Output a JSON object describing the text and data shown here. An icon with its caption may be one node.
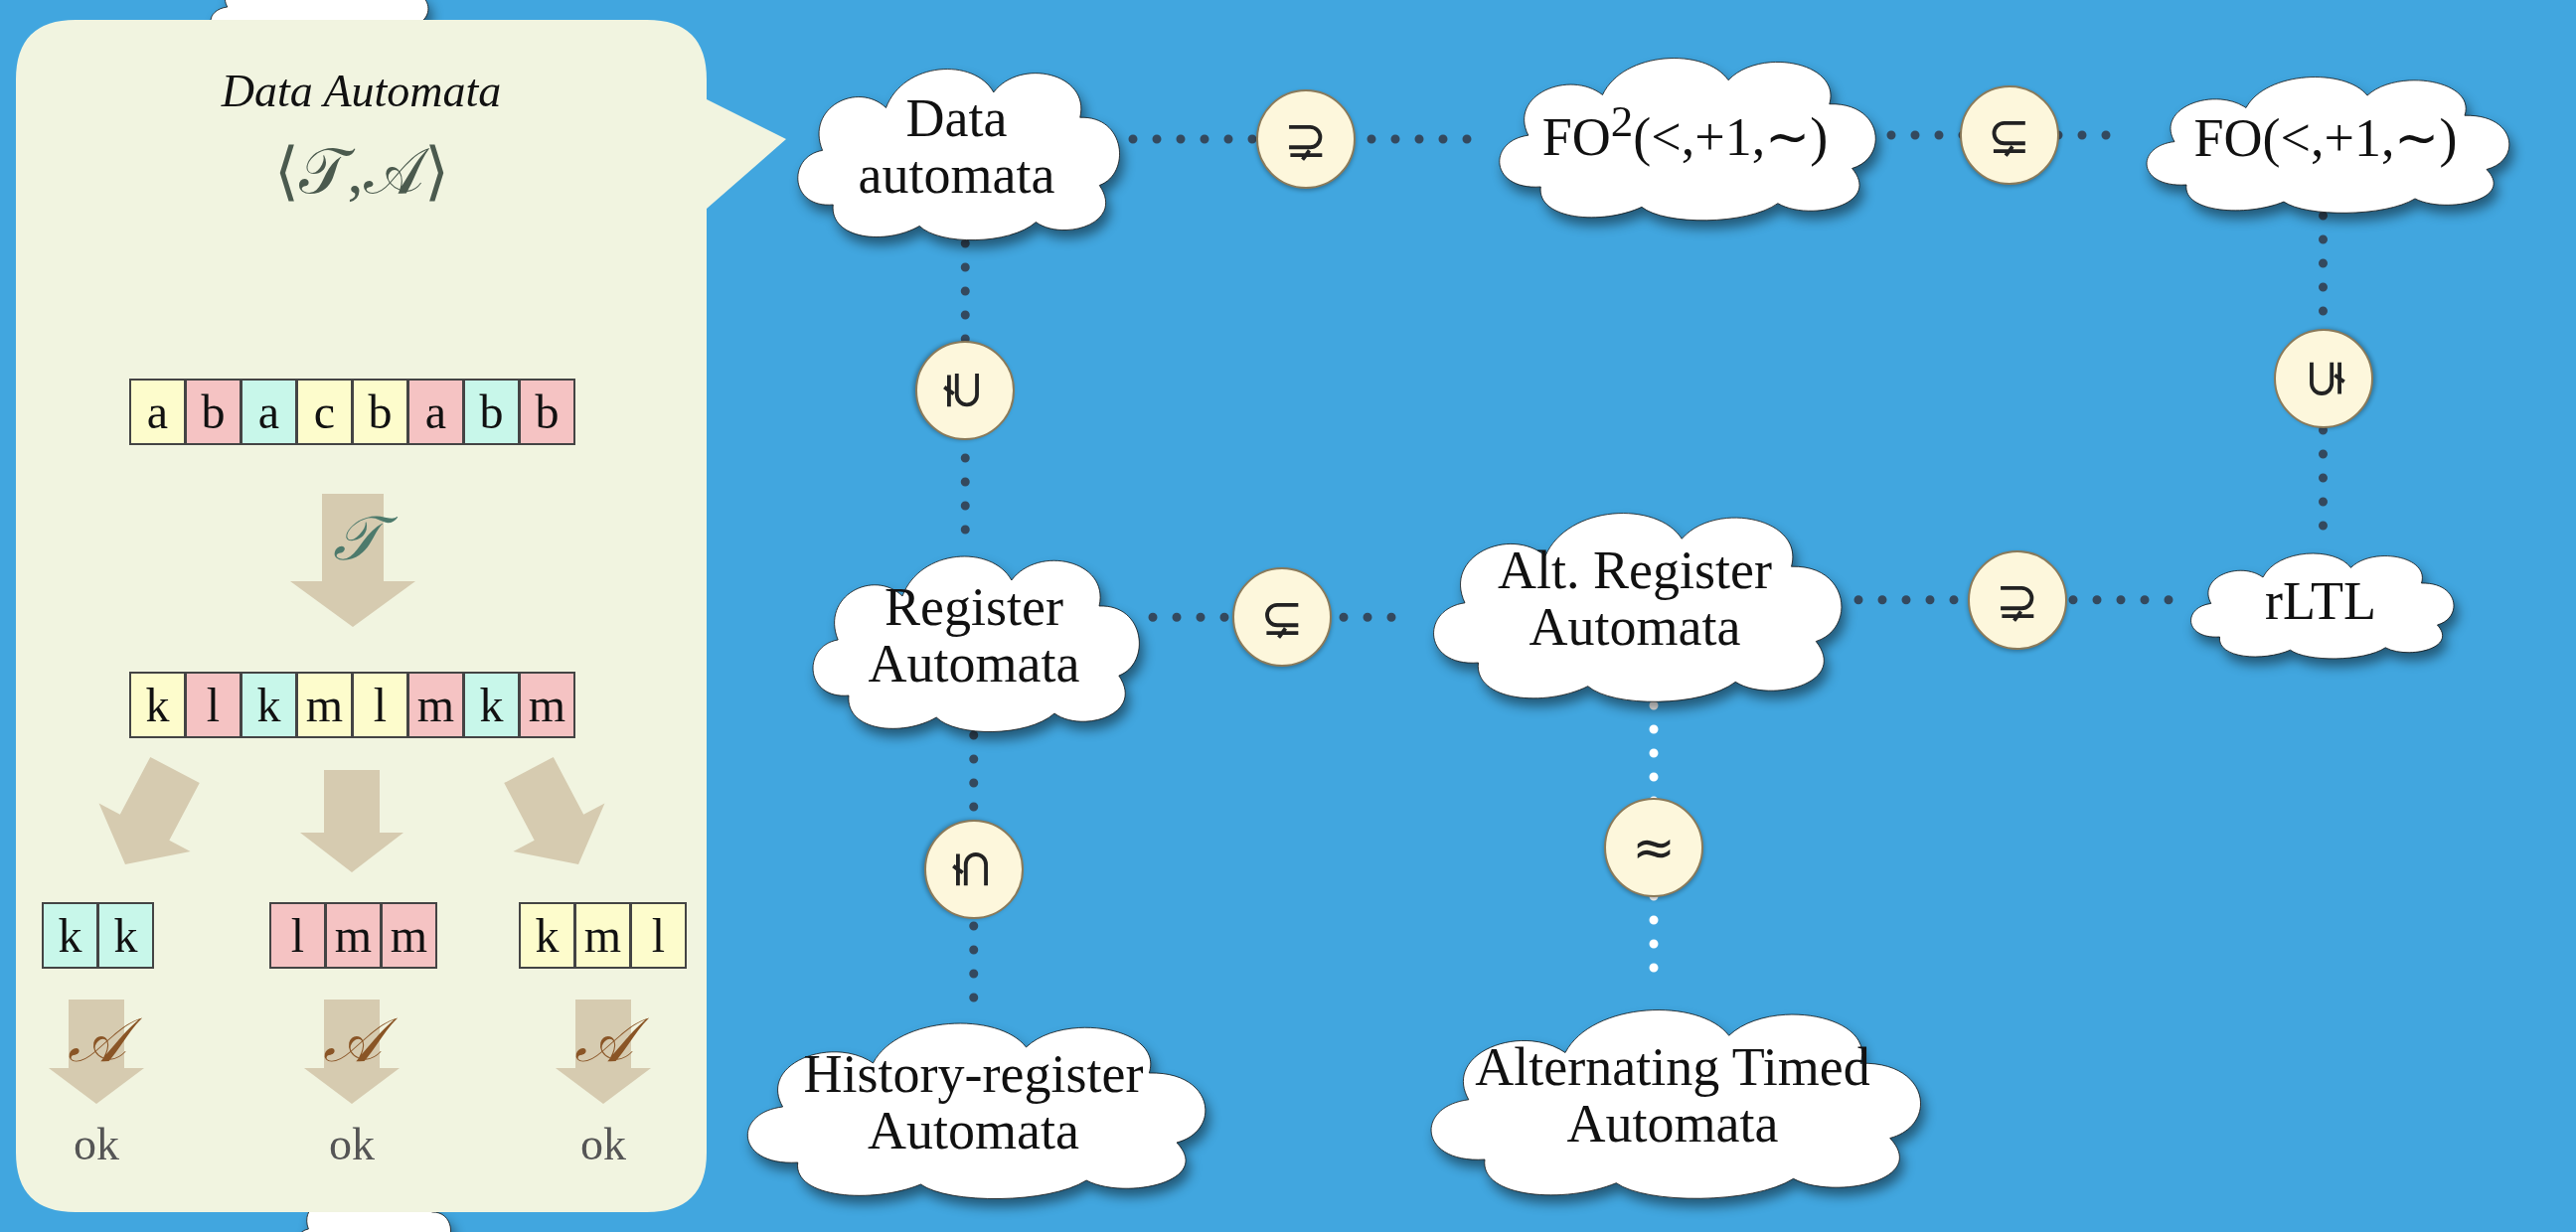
{
  "diagram": {
    "nodes": [
      {
        "text": [
          "Data Automata",
          "⟨𝒯,𝒜⟩"
        ]
      },
      {
        "text": [
          "Data automata"
        ]
      },
      {
        "text": [
          "FO$^{2}$(<,+1,∼)"
        ]
      },
      {
        "text": [
          "FO(<,+1,∼)"
        ]
      },
      {
        "text": [
          "Register Automata"
        ]
      },
      {
        "text": [
          "Alt. Register Automata"
        ]
      },
      {
        "text": [
          "rLTL"
        ]
      },
      {
        "text": [
          "History-register Automata"
        ]
      },
      {
        "text": [
          "Alternating Timed Automata"
        ]
      },
      {
        "text": [],
        "shape": "cloud"
      },
      {
        "text": [],
        "shape": "cloud"
      }
    ],
    "edges": [
      {
        "from": 1,
        "to": 2,
        "arrow": "none",
        "label": "⊋"
      },
      {
        "from": 2,
        "to": 3,
        "arrow": "none",
        "label": "⊊"
      },
      {
        "from": 1,
        "to": 4,
        "arrow": "none",
        "label": "⊋"
      },
      {
        "from": 3,
        "to": 6,
        "arrow": "none",
        "label": "⊊"
      },
      {
        "from": 4,
        "to": 5,
        "arrow": "none",
        "label": "⊊"
      },
      {
        "from": 5,
        "to": 6,
        "arrow": "none",
        "label": "⊋"
      },
      {
        "from": 4,
        "to": 7,
        "arrow": "none",
        "label": "⊊"
      },
      {
        "from": 5,
        "to": 8,
        "arrow": "none",
        "label": "≈",
        "color": "#ffffff"
      }
    ],
    "labels": [
      "a",
      "b",
      "a",
      "c",
      "b",
      "a",
      "b",
      "b",
      "𝒯",
      "k",
      "l",
      "k",
      "m",
      "l",
      "m",
      "k",
      "m",
      "k",
      "k",
      "l",
      "m",
      "m",
      "k",
      "m",
      "l",
      "𝒜",
      "𝒜",
      "𝒜",
      "ok",
      "ok",
      "ok"
    ]
  }
}
